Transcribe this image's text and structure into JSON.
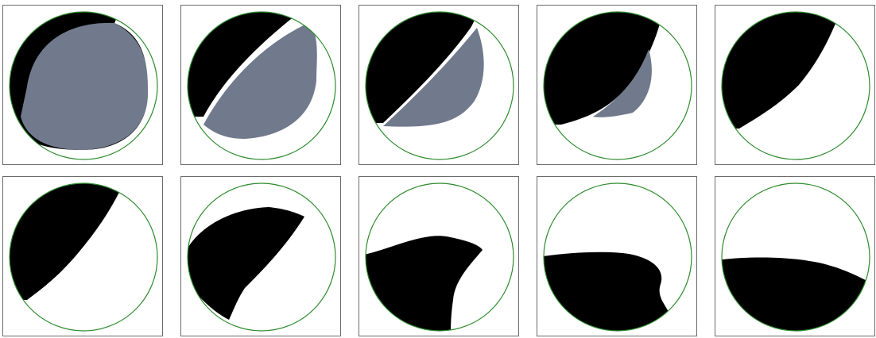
{
  "panels": [
    {
      "id": "f1"
    },
    {
      "id": "f2"
    },
    {
      "id": "f3"
    },
    {
      "id": "f4"
    },
    {
      "id": "f5"
    },
    {
      "id": "f6"
    },
    {
      "id": "f7"
    },
    {
      "id": "f8"
    },
    {
      "id": "f9"
    },
    {
      "id": "f10"
    }
  ],
  "colors": {
    "circle_outline": "#2e8b2e",
    "dark_region": "#000000",
    "gray_region": "#707a8c",
    "frame_border": "#6b6b6b",
    "background": "#ffffff"
  }
}
